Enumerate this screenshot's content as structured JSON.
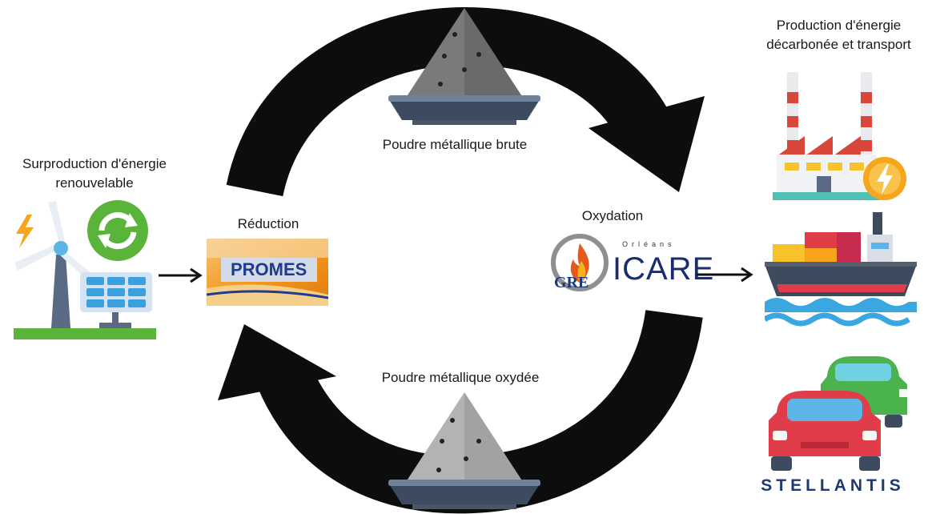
{
  "labels": {
    "surplus": "Surproduction d'énergie\nrenouvelable",
    "production": "Production d'énergie\ndécarbonée et transport",
    "reduction": "Réduction",
    "oxidation": "Oxydation",
    "raw_powder": "Poudre métallique brute",
    "oxidized_powder": "Poudre métallique oxydée"
  },
  "logos": {
    "promes": "PROMES",
    "gre": "GRE",
    "icare": "ICARE",
    "icare_small": "Orléans",
    "stellantis": "STELLANTIS"
  },
  "icons": [
    "wind-solar-renewable-icon",
    "factory-energy-icon",
    "cargo-ship-icon",
    "cars-icon",
    "metal-powder-pile-icon",
    "cycle-arrow-icon"
  ],
  "colors": {
    "arrow": "#0d0d0d",
    "powder_gray": "#7a7a7a",
    "bowl": "#3d4b5e",
    "promes_orange": "#f29a1b",
    "promes_blue": "#1d3b8f",
    "stellantis_blue": "#1f3a72"
  }
}
